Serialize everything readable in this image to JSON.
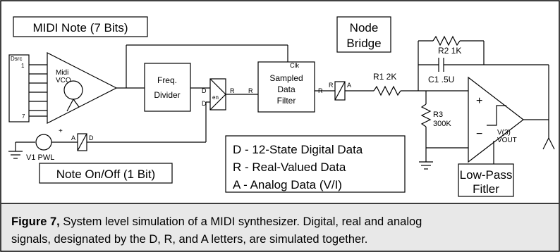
{
  "labels": {
    "midi_note": "MIDI Note (7 Bits)",
    "dsrc": "Dsrc",
    "pin_1": "1",
    "pin_7": "7",
    "vco_line1": "Midi",
    "vco_line2": "VCO",
    "freq_line1": "Freq.",
    "freq_line2": "Divider",
    "enable_d_top": "D",
    "enable_d_bottom": "D",
    "enable_en": "en",
    "enable_r": "R",
    "sdf_clk": "Clk",
    "sdf_line1": "Sampled",
    "sdf_line2": "Data",
    "sdf_line3": "Filter",
    "sdf_r_in": "R",
    "sdf_r_out": "R",
    "node_bridge_line1": "Node",
    "node_bridge_line2": "Bridge",
    "bridge_r": "R",
    "bridge_a": "A",
    "r1": "R1 2K",
    "r2": "R2 1K",
    "c1": "C1 .5U",
    "r3_line1": "R3",
    "r3_line2": "300K",
    "plus_sign": "+",
    "minus_sign": "−",
    "vout_line1": "V(3)",
    "vout_line2": "VOUT",
    "v1_plus": "+",
    "v1_label": "V1 PWL",
    "conv_a": "A",
    "conv_d": "D",
    "note_onoff": "Note On/Off (1 Bit)",
    "legend_d": "D - 12-State Digital Data",
    "legend_r": "R - Real-Valued Data",
    "legend_a": "A - Analog Data (V/I)",
    "lowpass_line1": "Low-Pass",
    "lowpass_line2": "Fitler"
  },
  "caption": {
    "figure_label": "Figure 7,",
    "text_line1": " System level simulation of a MIDI synthesizer. Digital, real and analog",
    "text_line2": "signals, designated by the D, R, and A letters, are simulated together."
  }
}
